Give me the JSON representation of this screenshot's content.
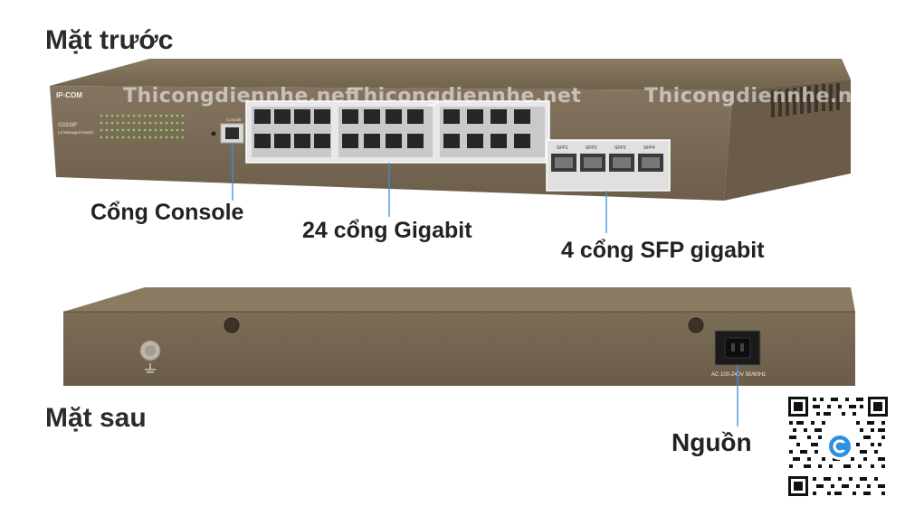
{
  "headings": {
    "front": "Mặt trước",
    "rear": "Mặt sau"
  },
  "callouts": {
    "console": "Cổng Console",
    "gigabit": "24 cổng Gigabit",
    "sfp": "4 cổng SFP gigabit",
    "power": "Nguồn"
  },
  "watermark": "Thicongdiennhe.net",
  "device": {
    "brand": "IP-COM",
    "model": "G3328F",
    "subtitle": "L2 Managed Switch",
    "console_label": "Console",
    "sfp_labels": [
      "SFP1",
      "SFP2",
      "SFP3",
      "SFP4"
    ],
    "power_spec": "AC 100-240V 50/60Hz"
  },
  "colors": {
    "chassis": "#7a6a52",
    "chassis_dark": "#5e5140",
    "accent_line": "#3d8fe0"
  },
  "icons": {
    "qr": "qr-code-icon",
    "ground": "ground-icon"
  }
}
